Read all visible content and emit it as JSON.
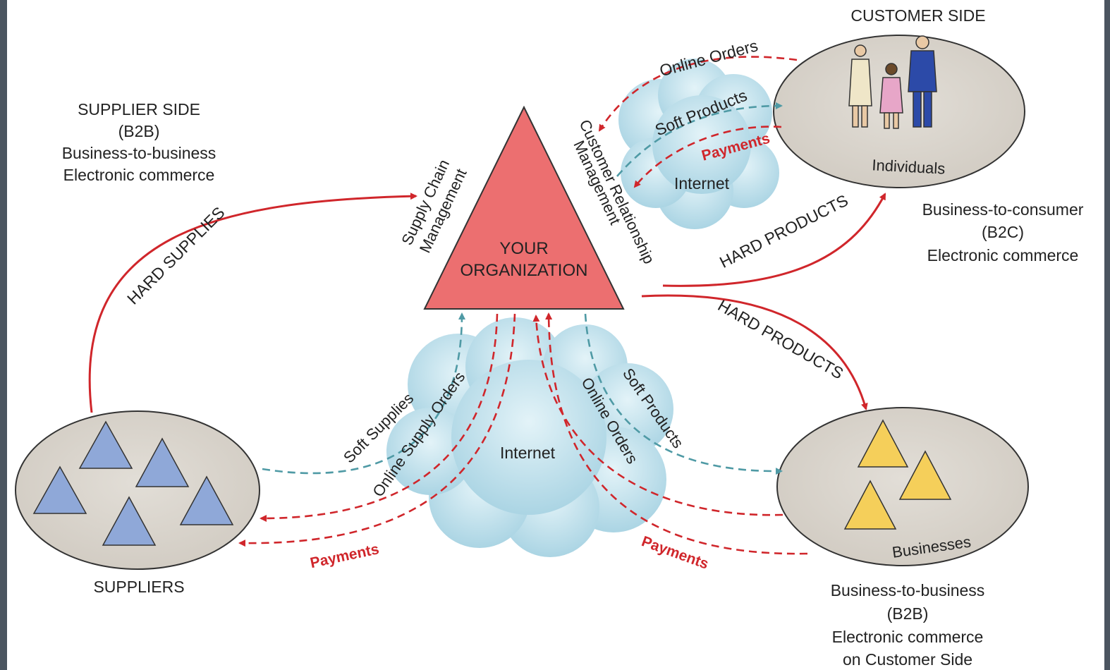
{
  "center": {
    "line1": "YOUR",
    "line2": "ORGANIZATION",
    "left_label_line1": "Supply Chain",
    "left_label_line2": "Management",
    "right_label_line1": "Customer Relationship",
    "right_label_line2": "Management"
  },
  "supplier_side": {
    "line1": "SUPPLIER SIDE",
    "line2": "(B2B)",
    "line3": "Business-to-business",
    "line4": "Electronic commerce",
    "node_label": "SUPPLIERS"
  },
  "customer_side": {
    "heading": "CUSTOMER SIDE",
    "individuals_label": "Individuals",
    "b2c_line1": "Business-to-consumer",
    "b2c_line2": "(B2C)",
    "b2c_line3": "Electronic commerce",
    "businesses_label": "Businesses",
    "b2b_line1": "Business-to-business",
    "b2b_line2": "(B2B)",
    "b2b_line3": "Electronic commerce",
    "b2b_line4": "on Customer Side"
  },
  "flows": {
    "hard_supplies": "HARD SUPPLIES",
    "hard_products_top": "HARD PRODUCTS",
    "hard_products_bottom": "HARD PRODUCTS",
    "online_orders_top": "Online Orders",
    "soft_products_top": "Soft Products",
    "payments_top": "Payments",
    "internet_top": "Internet",
    "soft_supplies": "Soft Supplies",
    "online_supply_orders": "Online Supply Orders",
    "payments_left": "Payments",
    "internet_bottom": "Internet",
    "online_orders_bottom": "Online Orders",
    "soft_products_bottom": "Soft Products",
    "payments_right": "Payments"
  },
  "colors": {
    "triangle_fill": "#ec6f70",
    "supplier_triangles": "#8fa8d8",
    "business_triangles": "#f5cf5a",
    "ellipse_fill": "#dad5cd",
    "cloud_fill": "#b9dde9",
    "flow_red": "#d0262b",
    "flow_teal": "#4f9aa5"
  }
}
